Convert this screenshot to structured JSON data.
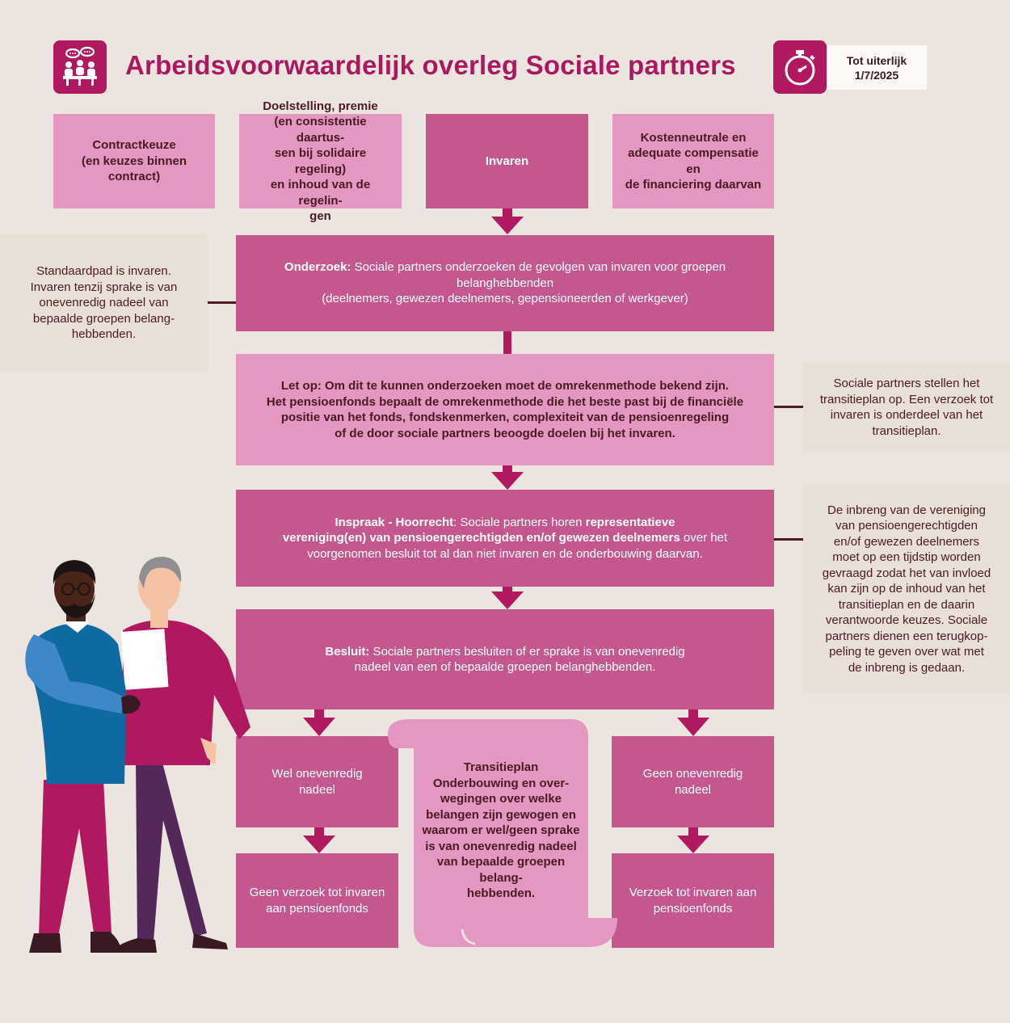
{
  "header": {
    "title": "Arbeidsvoorwaardelijk overleg Sociale partners",
    "deadline_line1": "Tot uiterlijk",
    "deadline_line2": "1/7/2025",
    "meeting_icon": "meeting-icon",
    "stopwatch_icon": "stopwatch-icon"
  },
  "top_boxes": [
    "Contractkeuze\n(en keuzes binnen\ncontract)",
    "Doelstelling, premie\n(en consistentie daartus-\nsen bij solidaire regeling)\nen inhoud van de regelin-\ngen",
    "Invaren",
    "Kostenneutrale en\nadequate compensatie en\nde financiering daarvan"
  ],
  "steps": {
    "onderzoek_label": "Onderzoek:",
    "onderzoek_text": " Sociale partners onderzoeken de gevolgen van invaren voor groepen belanghebbenden\n(deelnemers, gewezen deelnemers, gepensioneerden of werkgever)",
    "letop_text": "Let op: Om dit te kunnen onderzoeken moet de omrekenmethode bekend zijn.\nHet pensioenfonds bepaalt de omrekenmethode die het beste past bij de financiële\npositie van het fonds, fondskenmerken, complexiteit van de pensioenregeling\nof de door sociale partners beoogde doelen bij het invaren.",
    "inspraak_label": "Inspraak - Hoorrecht",
    "inspraak_text1": ": Sociale partners horen ",
    "inspraak_bold": "representatieve\nvereniging(en) van pensioengerechtigden en/of gewezen deelnemers",
    "inspraak_text2": " over het\nvoorgenomen besluit tot al dan niet invaren en de onderbouwing daarvan.",
    "besluit_label": "Besluit:",
    "besluit_text": " Sociale partners besluiten of er sprake is van onevenredig\nnadeel van een of bepaalde groepen belanghebbenden."
  },
  "outcomes": {
    "wel": "Wel onevenredig\nnadeel",
    "geen": "Geen onevenredig\nnadeel",
    "geen_verzoek": "Geen verzoek tot invaren\naan pensioenfonds",
    "verzoek": "Verzoek tot invaren aan\npensioenfonds"
  },
  "scroll": "Transitieplan\nOnderbouwing en over-\nwegingen over welke\nbelangen zijn gewogen en\nwaarom er wel/geen sprake\nis van onevenredig nadeel\nvan bepaalde groepen\nbelang-\nhebbenden.",
  "notes": {
    "left": "Standaardpad is invaren.\nInvaren tenzij sprake is van\nonevenredig nadeel van\nbepaalde groepen belang-\nhebbenden.",
    "right1": "Sociale partners stellen het\ntransitieplan op. Een verzoek tot\ninvaren is onderdeel van het\ntransitieplan.",
    "right2": "De inbreng van de vereniging\nvan pensioengerechtigden\nen/of gewezen deelnemers\nmoet op een tijdstip worden\ngevraagd zodat het van invloed\nkan zijn op de inhoud van het\ntransitieplan en de daarin\nverantwoorde keuzes. Sociale\npartners dienen een terugkop-\npeling te geven over wat met\nde inbreng is gedaan."
  },
  "colors": {
    "background": "#ece5df",
    "magenta_dark": "#b0185f",
    "pink_mid": "#c5578f",
    "pink_light": "#e497c0",
    "connector": "#4f1a20"
  }
}
